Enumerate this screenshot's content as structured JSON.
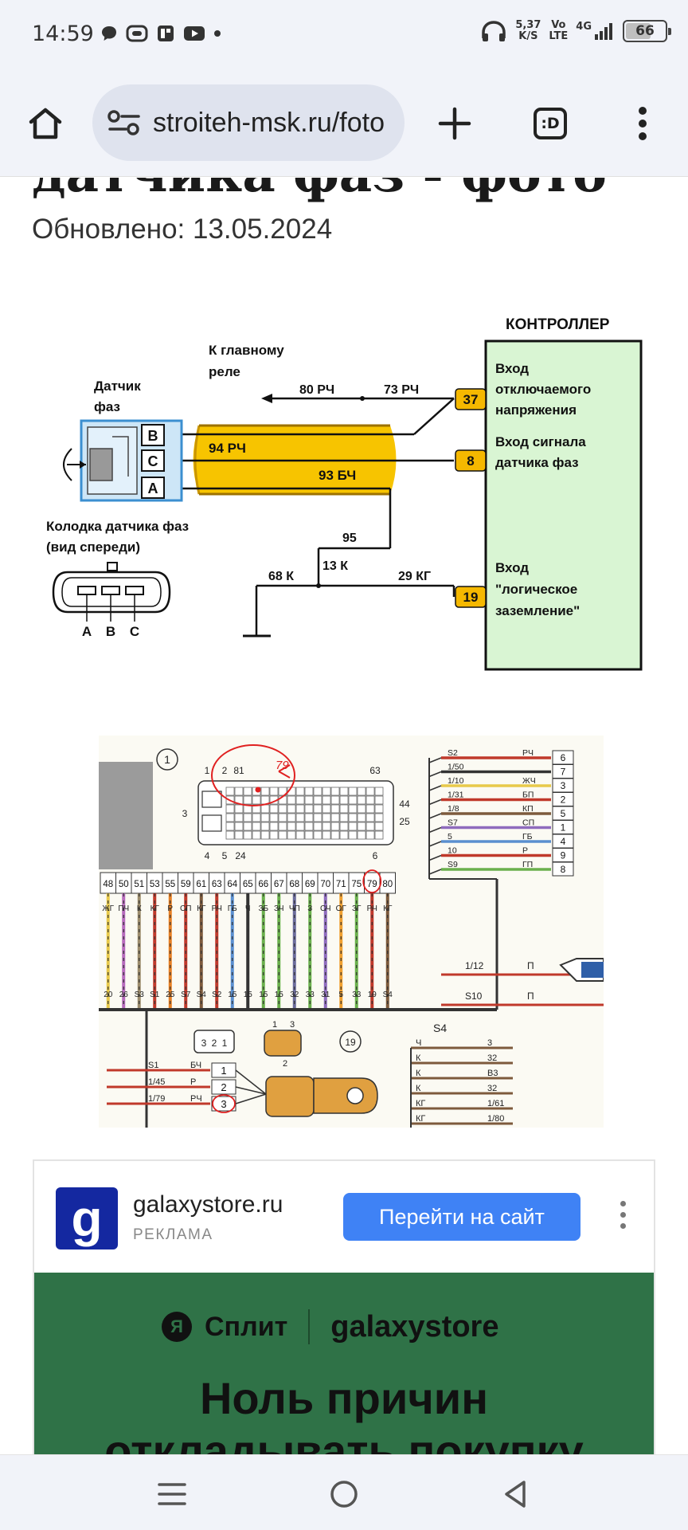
{
  "status_bar": {
    "time": "14:59",
    "notification_icons": [
      "message-icon",
      "screen-record-icon",
      "news-icon",
      "youtube-icon",
      "dot-icon"
    ],
    "net_speed_value": "5,37",
    "net_speed_unit": "K/S",
    "volte_top": "Vo",
    "volte_bottom": "LTE",
    "network": "4G",
    "battery": "66",
    "battery_level": 0.66
  },
  "browser": {
    "url": "stroiteh-msk.ru/foto",
    "tab_count": ":D"
  },
  "page": {
    "heading": "датчика фаз - фото",
    "updated": "Обновлено: 13.05.2024"
  },
  "diagram1": {
    "controller_title": "КОНТРОЛЛЕР",
    "relay_label_1": "К главному",
    "relay_label_2": "реле",
    "sensor_label_1": "Датчик",
    "sensor_label_2": "фаз",
    "pins": [
      "B",
      "C",
      "A"
    ],
    "wire_80": "80 РЧ",
    "wire_73": "73 РЧ",
    "wire_94": "94 РЧ",
    "wire_93": "93 БЧ",
    "wire_95": "95",
    "wire_13": "13 К",
    "wire_68": "68 К",
    "wire_29": "29 КГ",
    "pin_37": "37",
    "pin_8": "8",
    "pin_19": "19",
    "in1_line1": "Вход",
    "in1_line2": "отключаемого",
    "in1_line3": "напряжения",
    "in2_line1": "Вход сигнала",
    "in2_line2": "датчика фаз",
    "in3_line1": "Вход",
    "in3_line2": "\"логическое",
    "in3_line3": "заземление\"",
    "connector_title_1": "Колодка датчика фаз",
    "connector_title_2": "(вид спереди)",
    "connector_pins": [
      "A",
      "B",
      "C"
    ]
  },
  "diagram2": {
    "pin_numbers": [
      "48",
      "50",
      "51",
      "53",
      "55",
      "59",
      "61",
      "63",
      "64",
      "65",
      "66",
      "67",
      "68",
      "69",
      "70",
      "71",
      "75",
      "79",
      "80"
    ],
    "wire_codes": [
      "ЖГ",
      "ПЧ",
      "К",
      "КГ",
      "Р",
      "СП",
      "КГ",
      "РЧ",
      "ГБ",
      "Ч",
      "ЗБ",
      "ЗЧ",
      "ЧП",
      "З",
      "СЧ",
      "ОГ",
      "ЗГ",
      "РЧ",
      "КГ"
    ],
    "bottom_codes": [
      "20",
      "26",
      "S3",
      "S1",
      "25",
      "S7",
      "S4",
      "S2",
      "15",
      "15",
      "15",
      "15",
      "32",
      "33",
      "31",
      "5",
      "33",
      "19",
      "S4"
    ],
    "right_wires": [
      "S2",
      "1/50",
      "1/10",
      "1/31",
      "1/8",
      "S7",
      "5",
      "10",
      "S9"
    ],
    "right_codes": [
      "РЧ",
      "",
      "ЖЧ",
      "БП",
      "КП",
      "СП",
      "ГБ",
      "Р",
      "ГП"
    ],
    "right_pins": [
      "6",
      "7",
      "3",
      "2",
      "5",
      "1",
      "4",
      "9",
      "8"
    ],
    "ecu_top": [
      "1",
      "2",
      "81",
      "63"
    ],
    "ecu_side": [
      "3",
      "44",
      "25"
    ],
    "ecu_bottom": [
      "4",
      "5",
      "24",
      "6"
    ],
    "mark_79": "79",
    "circle_1": "1",
    "circle_19": "19",
    "wire_112": "1/12",
    "wire_s10": "S10",
    "wire_p": "П",
    "s4_label": "S4",
    "s4_left": [
      "Ч",
      "К",
      "К",
      "К",
      "КГ",
      "КГ"
    ],
    "s4_right": [
      "3",
      "32",
      "B3",
      "32",
      "1/61",
      "1/80"
    ],
    "left_wires": [
      "S1",
      "1/45",
      "1/79"
    ],
    "left_codes": [
      "БЧ",
      "Р",
      "РЧ"
    ],
    "left_pins": [
      "1",
      "2",
      "3"
    ],
    "sensor_small_pins": [
      "3",
      "2",
      "1"
    ],
    "sensor_top_pins": [
      "1",
      "3",
      "2"
    ]
  },
  "ad": {
    "logo_letter": "g",
    "domain": "galaxystore.ru",
    "label": "РЕКЛАМА",
    "cta": "Перейти на сайт",
    "brand_ya": "Я",
    "brand_split": "Сплит",
    "brand_galaxy": "galaxystore",
    "title_line1": "Ноль причин",
    "title_line2": "откладывать покупку"
  },
  "colors": {
    "toolbar_bg": "#f1f3f9",
    "urlbar_bg": "#dfe3ee",
    "cta_blue": "#3f82f5",
    "banner_green": "#2f7247",
    "galaxy_blue": "#1428a0",
    "harness_yellow": "#f7c400",
    "controller_green": "#d9f5d3"
  }
}
